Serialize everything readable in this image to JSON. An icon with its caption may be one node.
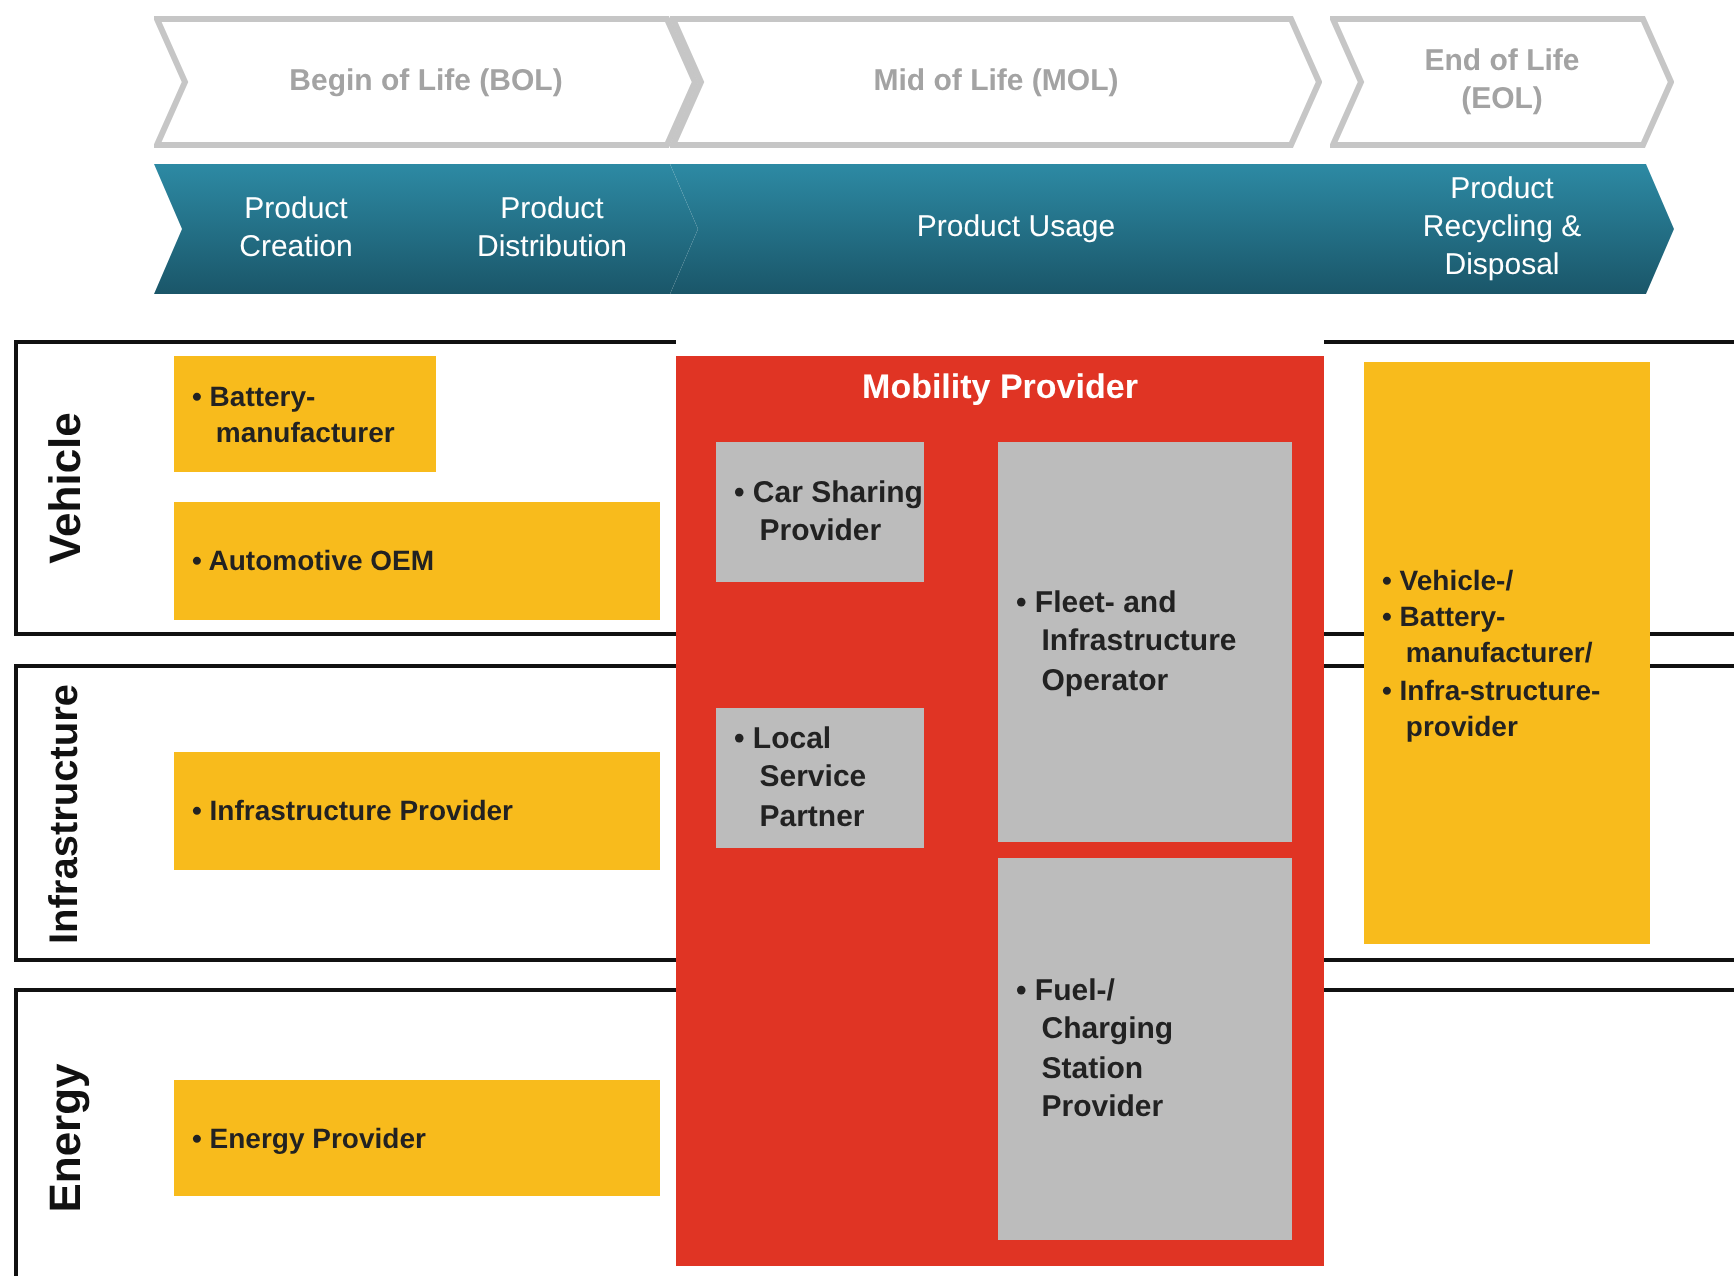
{
  "diagram": {
    "nodes": [
      {
        "text": [
          "Begin of Life (BOL)"
        ]
      },
      {
        "text": [
          "Mid of Life (MOL)"
        ]
      },
      {
        "text": [
          "End of Life (EOL)"
        ]
      },
      {
        "text": [
          "Product Creation"
        ]
      },
      {
        "text": [
          "Product Distribution"
        ]
      },
      {
        "text": [
          "Product Usage"
        ]
      },
      {
        "text": [
          "Product Recycling & Disposal"
        ]
      },
      {
        "text": [
          "Vehicle"
        ]
      },
      {
        "text": [
          "• Battery-manufacturer"
        ],
        "in": 7
      },
      {
        "text": [
          "• Automotive OEM"
        ],
        "in": 7
      },
      {
        "text": [
          "Mobility Provider"
        ]
      },
      {
        "text": [
          "• Car Sharing Provider"
        ],
        "in": 10
      },
      {
        "text": [
          "• Fleet- and Infrastructure Operator"
        ],
        "in": 10
      },
      {
        "text": [
          "• Local Service Partner"
        ],
        "in": 10
      },
      {
        "text": [
          "• Fuel-/ Charging Station Provider"
        ],
        "in": 10
      },
      {
        "text": [
          "• Vehicle-/",
          "• Battery-manufacturer/",
          "• Infra-structure-provider"
        ]
      },
      {
        "text": [
          "Infrastructure"
        ]
      },
      {
        "text": [
          "• Infrastructure Provider"
        ],
        "in": 16
      },
      {
        "text": [
          "Energy"
        ]
      },
      {
        "text": [
          "• Energy Provider"
        ],
        "in": 18
      }
    ]
  }
}
